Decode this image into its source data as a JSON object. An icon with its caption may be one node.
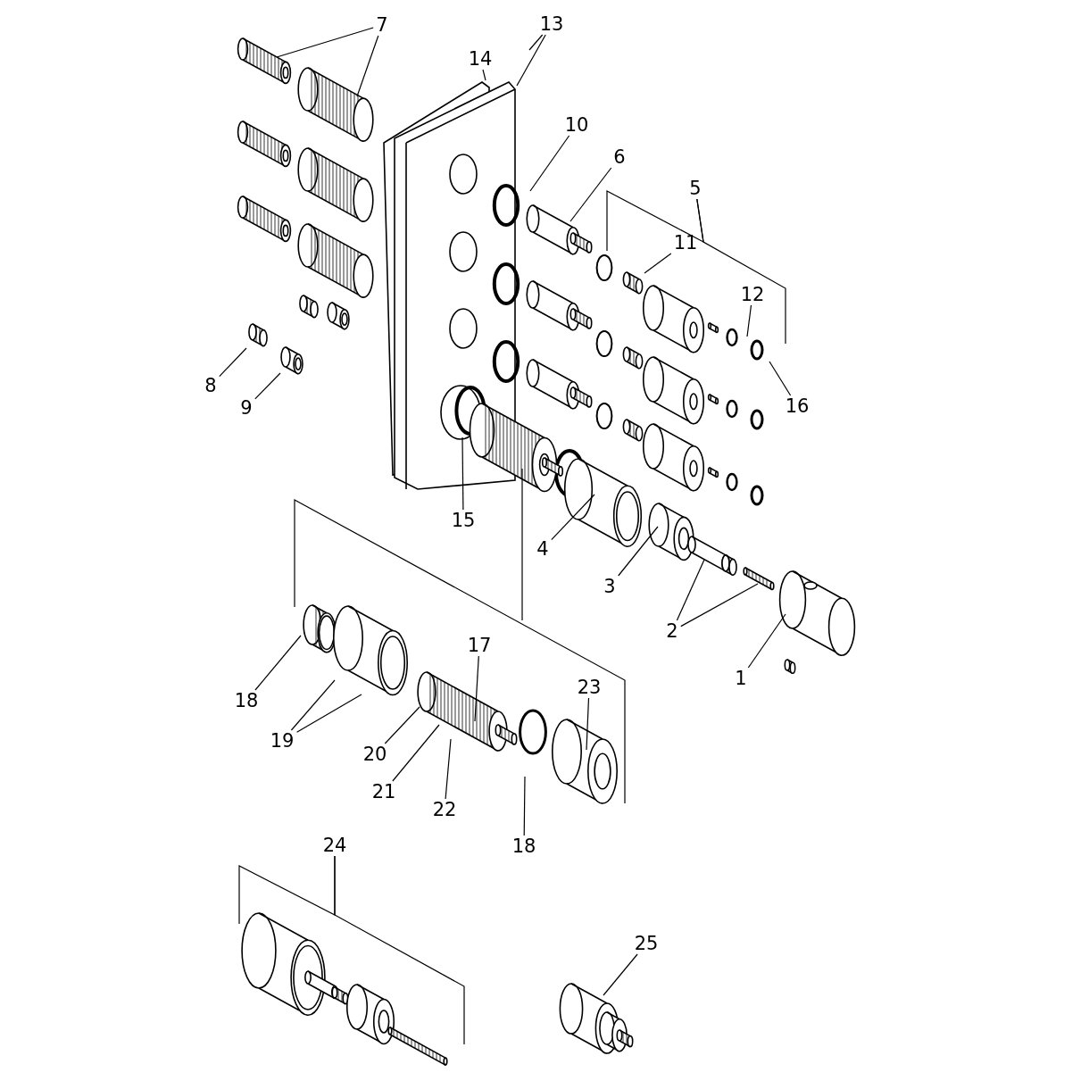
{
  "diagram": {
    "nodes": [
      {
        "text": [
          "13"
        ]
      },
      {
        "text": [
          "7"
        ]
      },
      {
        "text": [
          "14"
        ]
      },
      {
        "text": [
          "10"
        ]
      },
      {
        "text": [
          "6"
        ]
      },
      {
        "text": [
          "5"
        ]
      },
      {
        "text": [
          "11"
        ]
      },
      {
        "text": [
          "12"
        ]
      },
      {
        "text": [
          "8"
        ]
      },
      {
        "text": [
          "16"
        ]
      },
      {
        "text": [
          "9"
        ]
      },
      {
        "text": [
          "15"
        ]
      },
      {
        "text": [
          "4"
        ]
      },
      {
        "text": [
          "3"
        ]
      },
      {
        "text": [
          "2"
        ]
      },
      {
        "text": [
          "17"
        ]
      },
      {
        "text": [
          "1"
        ]
      },
      {
        "text": [
          "23"
        ]
      },
      {
        "text": [
          "18"
        ]
      },
      {
        "text": [
          "19"
        ]
      },
      {
        "text": [
          "20"
        ]
      },
      {
        "text": [
          "21"
        ]
      },
      {
        "text": [
          "22"
        ]
      },
      {
        "text": [
          "24"
        ]
      },
      {
        "text": [
          "18"
        ]
      },
      {
        "text": [
          "25"
        ]
      }
    ],
    "edges": [
      {
        "from": 0,
        "to": null,
        "arrow": "none"
      },
      {
        "from": 0,
        "to": null,
        "arrow": "none"
      },
      {
        "from": 1,
        "to": null,
        "arrow": "none"
      },
      {
        "from": 1,
        "to": null,
        "arrow": "none"
      },
      {
        "from": 2,
        "to": null,
        "arrow": "none"
      },
      {
        "from": 3,
        "to": null,
        "arrow": "none"
      },
      {
        "from": 4,
        "to": null,
        "arrow": "none"
      },
      {
        "from": 5,
        "to": null,
        "arrow": "none"
      },
      {
        "from": 5,
        "to": null,
        "arrow": "none"
      },
      {
        "from": 6,
        "to": null,
        "arrow": "none"
      },
      {
        "from": 7,
        "to": null,
        "arrow": "none"
      },
      {
        "from": 8,
        "to": null,
        "arrow": "none"
      },
      {
        "from": 9,
        "to": null,
        "arrow": "none"
      },
      {
        "from": 10,
        "to": null,
        "arrow": "none"
      },
      {
        "from": 11,
        "to": null,
        "arrow": "none"
      },
      {
        "from": 12,
        "to": null,
        "arrow": "none"
      },
      {
        "from": 13,
        "to": null,
        "arrow": "none"
      },
      {
        "from": 14,
        "to": null,
        "arrow": "none"
      },
      {
        "from": 14,
        "to": null,
        "arrow": "none"
      },
      {
        "from": 15,
        "to": null,
        "arrow": "none"
      },
      {
        "from": 16,
        "to": null,
        "arrow": "none"
      },
      {
        "from": 17,
        "to": null,
        "arrow": "none"
      },
      {
        "from": 18,
        "to": null,
        "arrow": "none"
      },
      {
        "from": 19,
        "to": null,
        "arrow": "none"
      },
      {
        "from": 19,
        "to": null,
        "arrow": "none"
      },
      {
        "from": 20,
        "to": null,
        "arrow": "none"
      },
      {
        "from": 21,
        "to": null,
        "arrow": "none"
      },
      {
        "from": 22,
        "to": null,
        "arrow": "none"
      },
      {
        "from": 23,
        "to": null,
        "arrow": "none"
      },
      {
        "from": 23,
        "to": null,
        "arrow": "none"
      },
      {
        "from": 24,
        "to": null,
        "arrow": "none"
      },
      {
        "from": 25,
        "to": null,
        "arrow": "none"
      }
    ]
  }
}
